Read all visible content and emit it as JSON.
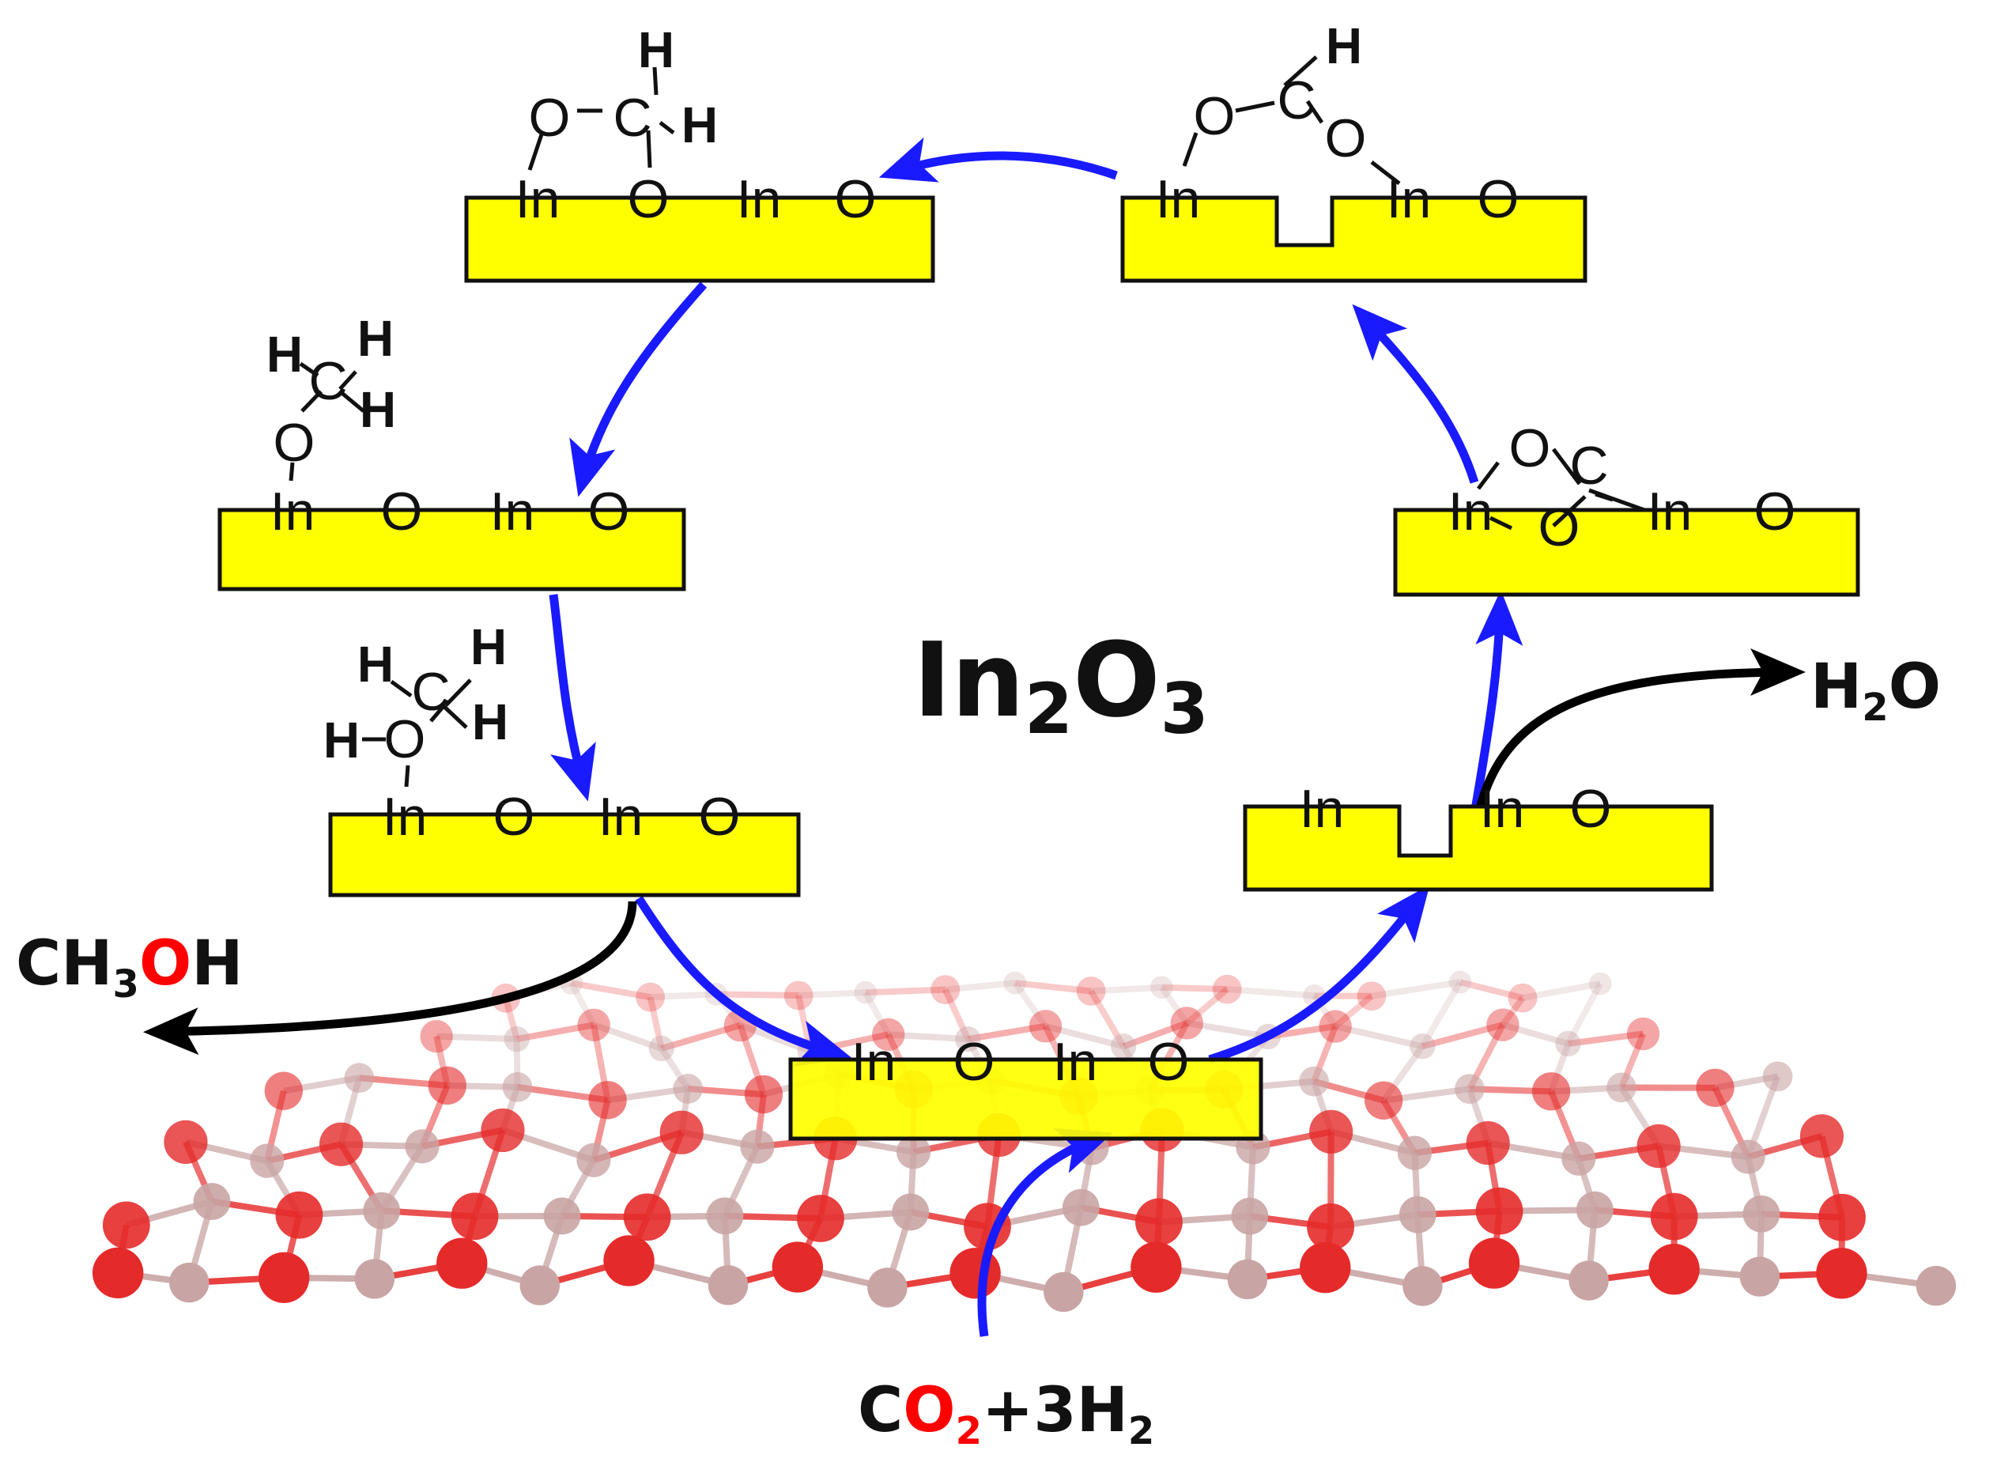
{
  "colors": {
    "slab_fill": "#ffff00",
    "slab_stroke": "#111111",
    "oxygen": "#ff0000",
    "text": "#111111",
    "cycle_arrow": "#1a1aff",
    "side_arrow": "#000000",
    "lattice_o": "#e52a2a",
    "lattice_in": "#c9a4a4"
  },
  "labels": {
    "catalyst_main": "In",
    "catalyst_sub1": "2",
    "catalyst_mid": "O",
    "catalyst_sub2": "3",
    "methanol_pre": "CH",
    "methanol_sub": "3",
    "methanol_o": "O",
    "methanol_post": "H",
    "water_pre": "H",
    "water_sub": "2",
    "water_post": "O",
    "feed_c": "C",
    "feed_o": "O",
    "feed_o_sub": "2",
    "feed_mid": "+3H",
    "feed_h_sub": "2"
  },
  "atoms": {
    "indium": "In",
    "oxygen": "O",
    "carbon": "C",
    "hydrogen": "H"
  },
  "icons": {
    "cycle_arrows": "blue-curved-arrow-icon",
    "side_arrows": "black-curved-arrow-icon",
    "lattice": "ball-and-stick-lattice-icon"
  }
}
